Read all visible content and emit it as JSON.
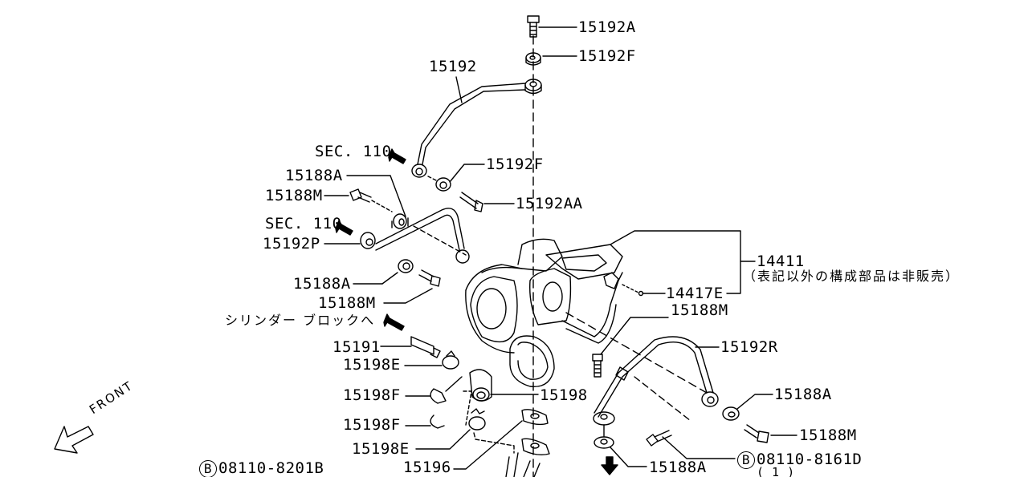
{
  "diagram": {
    "title": "Turbocharger oil/water piping parts diagram",
    "labels": {
      "p15192A": "15192A",
      "p15192F_top": "15192F",
      "p15192": "15192",
      "sec110_a": "SEC. 110",
      "p15192F_mid": "15192F",
      "p15188A_1": "15188A",
      "p15188M_1": "15188M",
      "p15192AA": "15192AA",
      "sec110_b": "SEC. 110",
      "p15192P": "15192P",
      "p14411": "14411",
      "p14411_note": "（表記以外の構成部品は非販売）",
      "p15188A_2": "15188A",
      "p14417E": "14417E",
      "p15188M_2": "15188M",
      "p15188M_3": "15188M",
      "to_cylinder_block": "シリンダー ブロックへ",
      "p15191": "15191",
      "p15192R": "15192R",
      "p15198E_1": "15198E",
      "p15198F_1": "15198F",
      "p15198": "15198",
      "p15188A_3": "15188A",
      "p15198F_2": "15198F",
      "p15188M_4": "15188M",
      "p15198E_2": "15198E",
      "p15196": "15196",
      "p15188A_4": "15188A",
      "bolt_8201B": "08110-8201B",
      "bolt_8161D": "08110-8161D",
      "bolt_8161D_qty": "( 1 )",
      "bolt_prefix": "B",
      "front": "FRONT"
    },
    "icons": [
      "direction-arrow",
      "front-arrow"
    ]
  }
}
